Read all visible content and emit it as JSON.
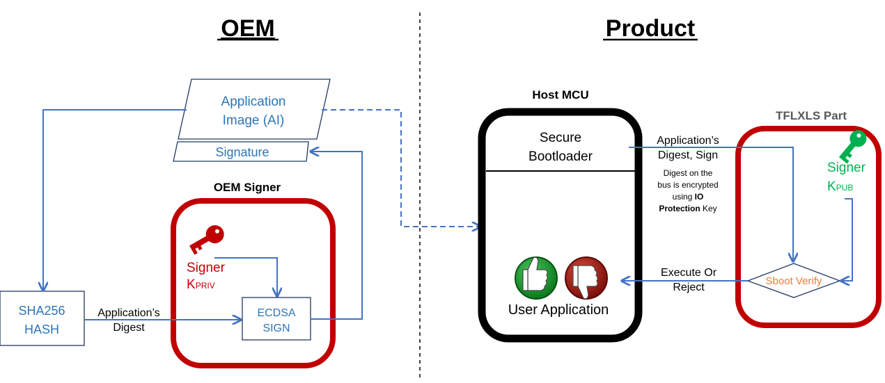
{
  "headings": {
    "left": "OEM",
    "right": "Product"
  },
  "oem": {
    "app_image": [
      "Application",
      "Image (AI)"
    ],
    "signature": "Signature",
    "signer_title": "OEM Signer",
    "signer_label": "Signer",
    "key_prefix": "K",
    "key_sub": "PRIV",
    "ecdsa": [
      "ECDSA",
      "SIGN"
    ],
    "hash": [
      "SHA256",
      "HASH"
    ],
    "digest_label": [
      "Application’s",
      "Digest"
    ]
  },
  "product": {
    "mcu_title": "Host MCU",
    "bootloader": [
      "Secure",
      "Bootloader"
    ],
    "user_app": "User Application",
    "digest_sign": [
      "Application’s",
      "Digest, Sign"
    ],
    "note_lines": [
      "Digest on the",
      "bus is encrypted",
      "using "
    ],
    "note_bold_1": "IO",
    "note_bold_2": "Protection",
    "note_tail": " Key",
    "execute": [
      "Execute Or",
      "Reject"
    ],
    "part_title": "TFLXLS Part",
    "signer_label": "Signer",
    "key_prefix": "K",
    "key_sub": "PUB",
    "verify": "Sboot Verify"
  },
  "colors": {
    "blue": "#4472C4",
    "text_blue": "#2E75B6",
    "red": "#C00000",
    "green": "#00B050",
    "orange": "#ED7D31",
    "black": "#000000"
  }
}
